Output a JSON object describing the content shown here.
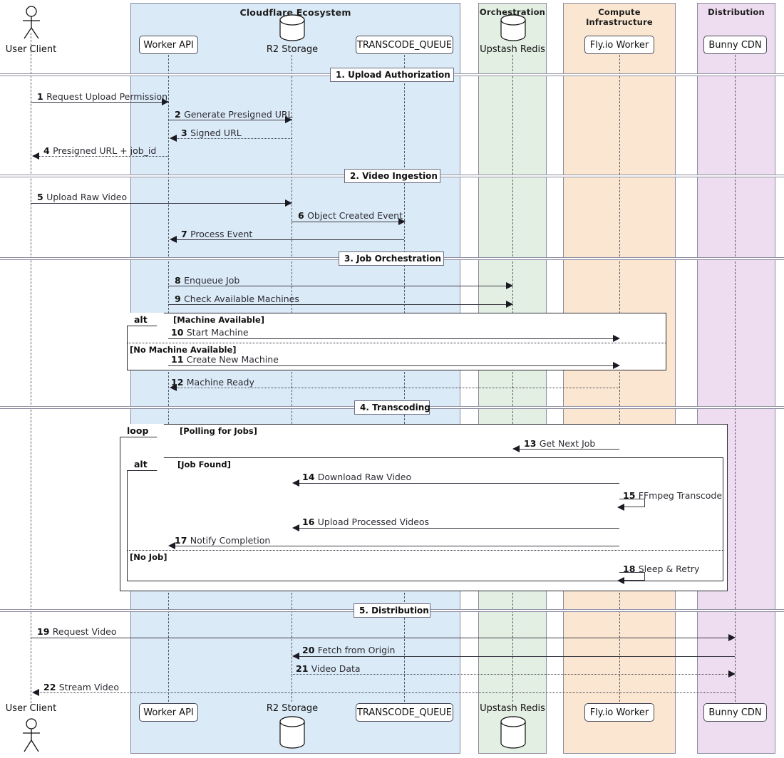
{
  "title": "Video transcoding pipeline sequence diagram",
  "groups": [
    {
      "name": "Cloudflare Ecosystem",
      "color": "#dbeaf7"
    },
    {
      "name": "Orchestration",
      "color": "#e1efe1"
    },
    {
      "name": "Compute Infrastructure",
      "color": "#fbe8d2"
    },
    {
      "name": "Distribution",
      "color": "#eedcf0"
    }
  ],
  "participants": [
    {
      "id": "user",
      "label": "User Client",
      "kind": "actor"
    },
    {
      "id": "api",
      "label": "Worker API",
      "kind": "box"
    },
    {
      "id": "r2",
      "label": "R2 Storage",
      "kind": "database"
    },
    {
      "id": "queue",
      "label": "TRANSCODE_QUEUE",
      "kind": "box"
    },
    {
      "id": "redis",
      "label": "Upstash Redis",
      "kind": "database"
    },
    {
      "id": "fly",
      "label": "Fly.io Worker",
      "kind": "box"
    },
    {
      "id": "cdn",
      "label": "Bunny CDN",
      "kind": "box"
    }
  ],
  "dividers": [
    {
      "label": "1. Upload Authorization"
    },
    {
      "label": "2. Video Ingestion"
    },
    {
      "label": "3. Job Orchestration"
    },
    {
      "label": "4. Transcoding"
    },
    {
      "label": "5. Distribution"
    }
  ],
  "frames": [
    {
      "type": "alt",
      "conditions": [
        "[Machine Available]",
        "[No Machine Available]"
      ]
    },
    {
      "type": "loop",
      "conditions": [
        "[Polling for Jobs]"
      ]
    },
    {
      "type": "alt",
      "conditions": [
        "[Job Found]",
        "[No Job]"
      ]
    }
  ],
  "messages": [
    {
      "num": "1",
      "text": "Request Upload Permission",
      "from": "user",
      "to": "api",
      "style": "solid"
    },
    {
      "num": "2",
      "text": "Generate Presigned URL",
      "from": "api",
      "to": "r2",
      "style": "solid"
    },
    {
      "num": "3",
      "text": "Signed URL",
      "from": "r2",
      "to": "api",
      "style": "dotted"
    },
    {
      "num": "4",
      "text": "Presigned URL + job_id",
      "from": "api",
      "to": "user",
      "style": "dotted"
    },
    {
      "num": "5",
      "text": "Upload Raw Video",
      "from": "user",
      "to": "r2",
      "style": "solid"
    },
    {
      "num": "6",
      "text": "Object Created Event",
      "from": "r2",
      "to": "queue",
      "style": "solid"
    },
    {
      "num": "7",
      "text": "Process Event",
      "from": "queue",
      "to": "api",
      "style": "solid"
    },
    {
      "num": "8",
      "text": "Enqueue Job",
      "from": "api",
      "to": "redis",
      "style": "solid"
    },
    {
      "num": "9",
      "text": "Check Available Machines",
      "from": "api",
      "to": "redis",
      "style": "solid"
    },
    {
      "num": "10",
      "text": "Start Machine",
      "from": "api",
      "to": "fly",
      "style": "solid"
    },
    {
      "num": "11",
      "text": "Create New Machine",
      "from": "api",
      "to": "fly",
      "style": "solid"
    },
    {
      "num": "12",
      "text": "Machine Ready",
      "from": "fly",
      "to": "api",
      "style": "dotted"
    },
    {
      "num": "13",
      "text": "Get Next Job",
      "from": "fly",
      "to": "redis",
      "style": "solid"
    },
    {
      "num": "14",
      "text": "Download Raw Video",
      "from": "fly",
      "to": "r2",
      "style": "solid"
    },
    {
      "num": "15",
      "text": "FFmpeg Transcode",
      "from": "fly",
      "to": "fly",
      "style": "self"
    },
    {
      "num": "16",
      "text": "Upload Processed Videos",
      "from": "fly",
      "to": "r2",
      "style": "solid"
    },
    {
      "num": "17",
      "text": "Notify Completion",
      "from": "fly",
      "to": "api",
      "style": "solid"
    },
    {
      "num": "18",
      "text": "Sleep & Retry",
      "from": "fly",
      "to": "fly",
      "style": "self"
    },
    {
      "num": "19",
      "text": "Request Video",
      "from": "user",
      "to": "cdn",
      "style": "solid"
    },
    {
      "num": "20",
      "text": "Fetch from Origin",
      "from": "cdn",
      "to": "r2",
      "style": "solid"
    },
    {
      "num": "21",
      "text": "Video Data",
      "from": "r2",
      "to": "cdn",
      "style": "dotted"
    },
    {
      "num": "22",
      "text": "Stream Video",
      "from": "cdn",
      "to": "user",
      "style": "dotted"
    }
  ]
}
